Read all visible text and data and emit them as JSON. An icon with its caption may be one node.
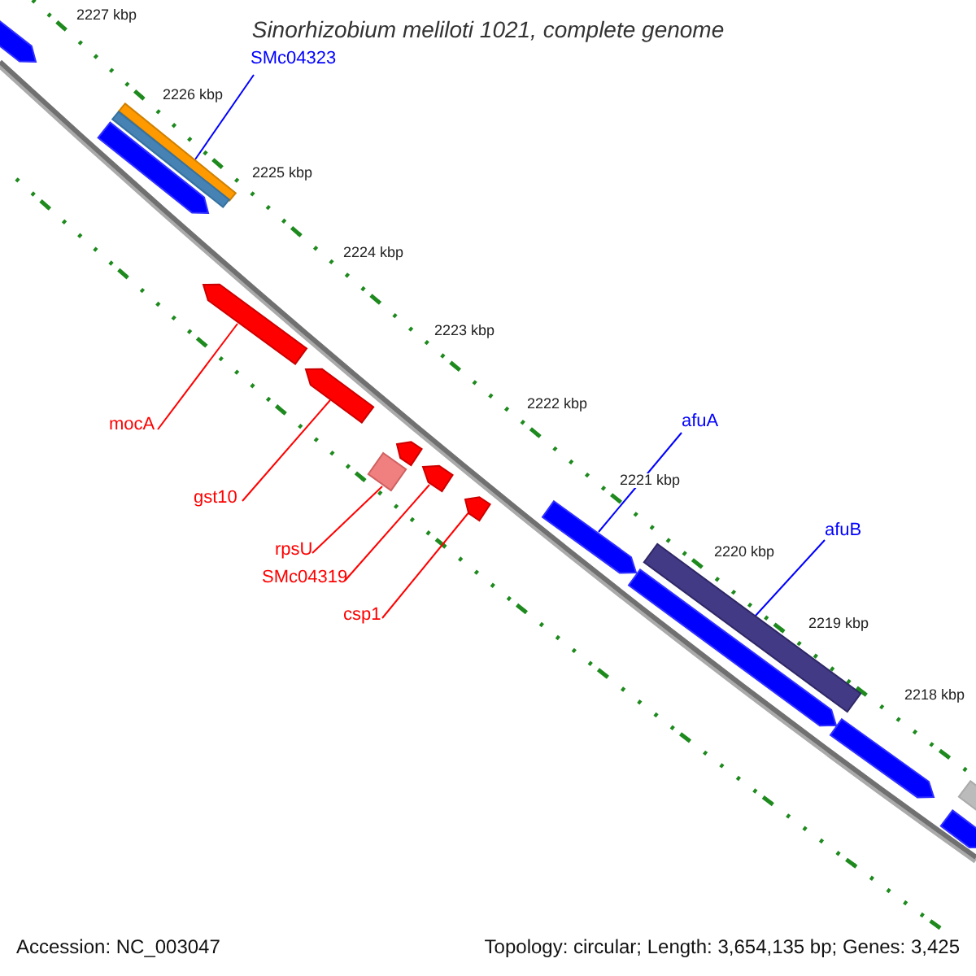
{
  "diagram": {
    "title": "Sinorhizobium meliloti 1021, complete genome",
    "nodes": [
      {
        "text": [
          "SMc04323"
        ]
      },
      {
        "text": [],
        "shape": "bar"
      },
      {
        "text": [
          "mocA"
        ]
      },
      {
        "text": [],
        "shape": "arrow"
      },
      {
        "text": [
          "gst10"
        ]
      },
      {
        "text": [],
        "shape": "arrow"
      },
      {
        "text": [
          "rpsU"
        ]
      },
      {
        "text": [],
        "shape": "bar"
      },
      {
        "text": [
          "SMc04319"
        ]
      },
      {
        "text": [],
        "shape": "arrow"
      },
      {
        "text": [
          "csp1"
        ]
      },
      {
        "text": [],
        "shape": "arrow"
      },
      {
        "text": [
          "afuA"
        ]
      },
      {
        "text": [],
        "shape": "arrow"
      },
      {
        "text": [
          "afuB"
        ]
      },
      {
        "text": [],
        "shape": "bar"
      },
      {
        "text": [],
        "shape": "arrow"
      },
      {
        "text": [],
        "shape": "arrow"
      },
      {
        "text": [],
        "shape": "bar"
      },
      {
        "text": [],
        "shape": "arrow"
      },
      {
        "text": [],
        "shape": "arrow"
      },
      {
        "text": [],
        "shape": "arrow"
      },
      {
        "text": [],
        "shape": "bar"
      },
      {
        "text": [],
        "shape": "arrow"
      }
    ],
    "edges": [
      {
        "from": 0,
        "to": 1,
        "arrow": "none",
        "color": "#0000ff"
      },
      {
        "from": 2,
        "to": 3,
        "arrow": "none"
      },
      {
        "from": 4,
        "to": 5,
        "arrow": "none"
      },
      {
        "from": 6,
        "to": 7,
        "arrow": "none"
      },
      {
        "from": 8,
        "to": 9,
        "arrow": "none"
      },
      {
        "from": 10,
        "to": 11,
        "arrow": "none"
      },
      {
        "from": 12,
        "to": 13,
        "arrow": "none",
        "color": "#0000ff"
      },
      {
        "from": 14,
        "to": 15,
        "arrow": "none",
        "color": "#0000ff"
      }
    ],
    "labels": [
      "2227 kbp",
      "2226 kbp",
      "2225 kbp",
      "2224 kbp",
      "2223 kbp",
      "2222 kbp",
      "2221 kbp",
      "2220 kbp",
      "2219 kbp",
      "2218 kbp",
      "Accession: NC_003047",
      "Topology: circular; Length: 3,654,135 bp; Genes: 3,425"
    ]
  }
}
